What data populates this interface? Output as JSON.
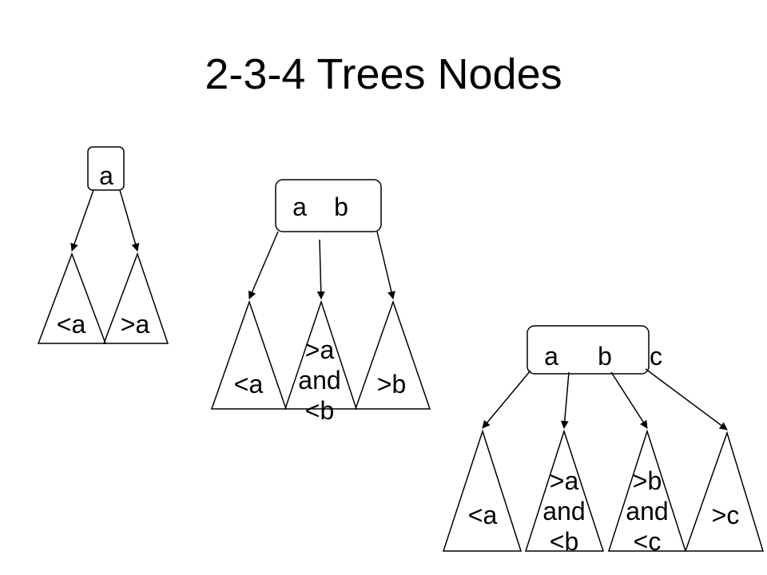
{
  "title": "2-3-4 Trees Nodes",
  "colors": {
    "stroke": "#000000",
    "background": "#ffffff"
  },
  "two_node": {
    "keys": [
      "a"
    ],
    "subtrees": [
      "<a",
      ">a"
    ]
  },
  "three_node": {
    "keys": [
      "a",
      "b"
    ],
    "subtrees": [
      "<a",
      ">a\nand\n<b",
      ">b"
    ]
  },
  "four_node": {
    "keys": [
      "a",
      "b",
      "c"
    ],
    "subtrees": [
      "<a",
      ">a\nand\n<b",
      ">b\nand\n<c",
      ">c"
    ]
  }
}
